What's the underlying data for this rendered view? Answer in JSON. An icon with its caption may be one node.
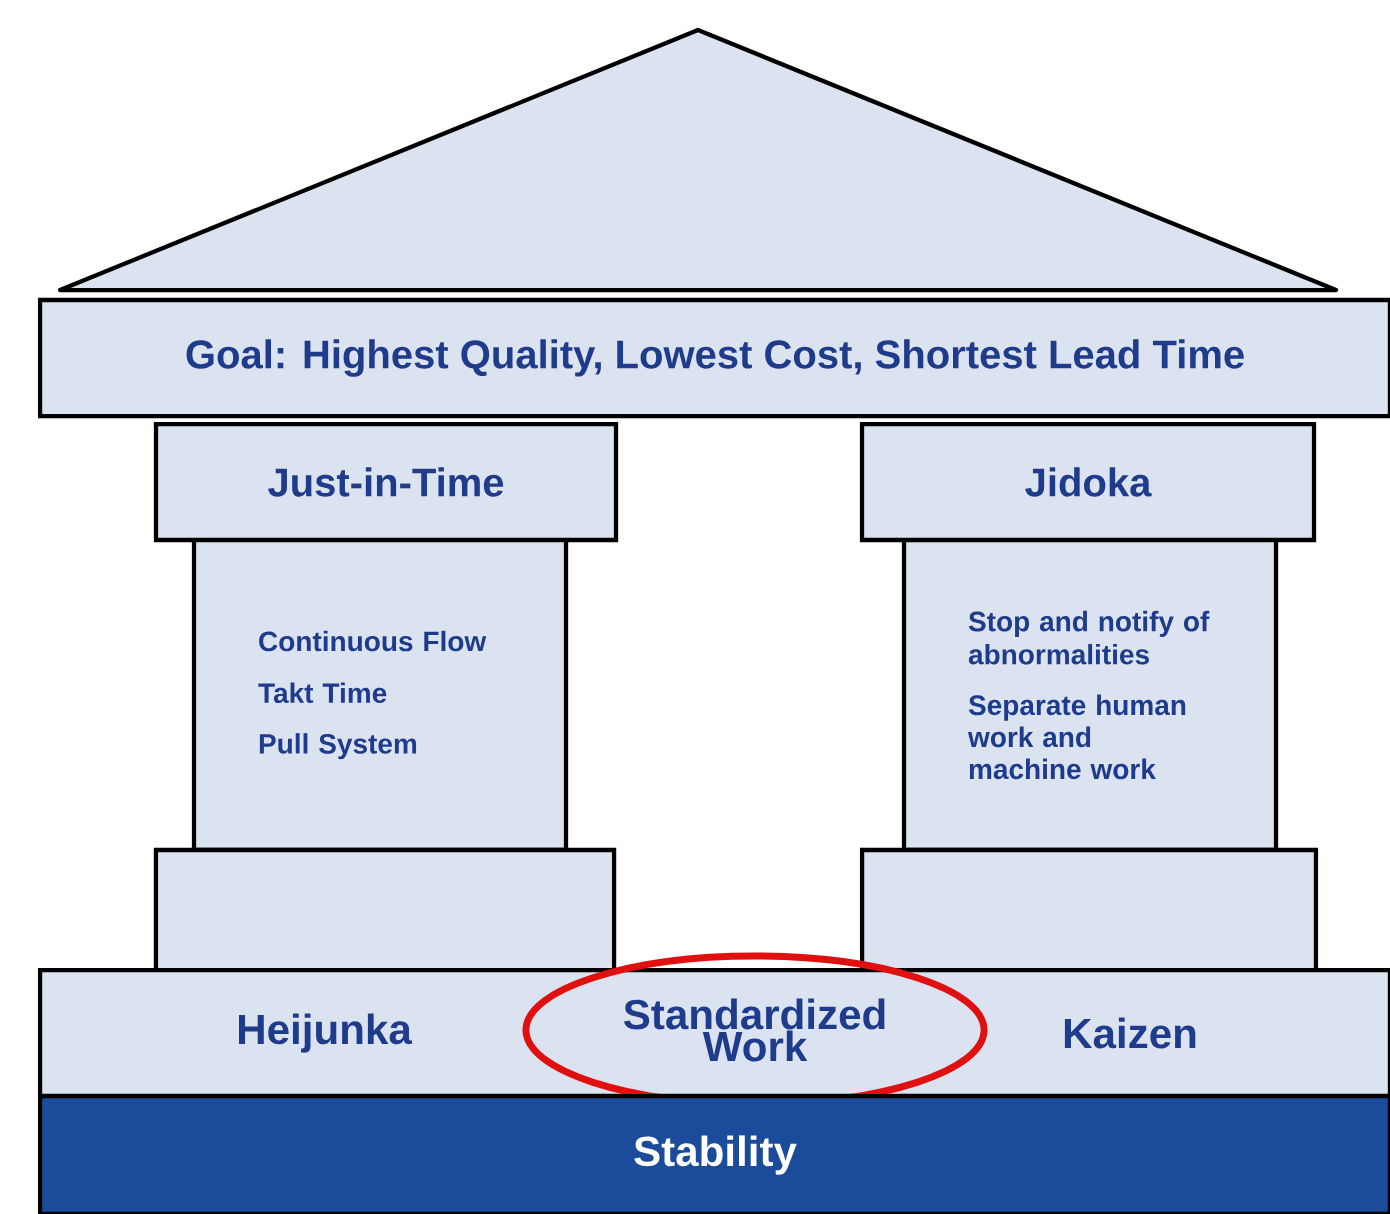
{
  "diagram": {
    "nodes": [
      {
        "text": [],
        "shape": "triangle"
      },
      {
        "text": [
          "Goal: Highest Quality, Lowest Cost, Shortest Lead Time"
        ]
      },
      {
        "text": [
          "Just-in-Time"
        ]
      },
      {
        "text": [
          "Continuous Flow",
          "Takt Time",
          "Pull System"
        ]
      },
      {
        "text": [],
        "shape": "box"
      },
      {
        "text": [
          "Jidoka"
        ]
      },
      {
        "text": [
          "Stop and notify of abnormalities",
          "Separate human work and machine work"
        ]
      },
      {
        "text": [],
        "shape": "box"
      },
      {
        "text": [
          "Heijunka",
          "Kaizen"
        ]
      },
      {
        "text": [
          "Standardized Work"
        ],
        "in": 8
      },
      {
        "text": [
          "Stability"
        ]
      }
    ]
  }
}
